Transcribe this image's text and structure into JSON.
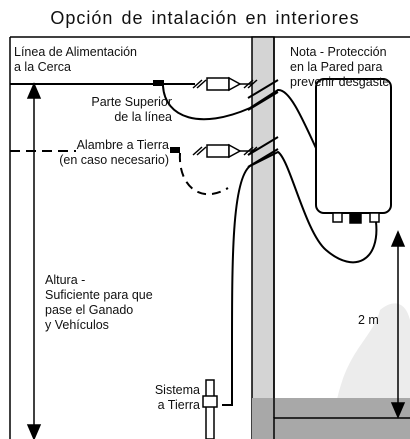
{
  "title": "Opción de intalación en interiores",
  "labels": {
    "fence_line": [
      "Línea de Alimentación",
      "a la Cerca"
    ],
    "top_of_line": [
      "Parte Superior",
      "de la línea"
    ],
    "ground_wire": [
      "Alambre a Tierra",
      "(en caso necesario)"
    ],
    "height": [
      "Altura -",
      "Suficiente para que",
      "pase el Ganado",
      "y Vehículos"
    ],
    "ground_system": [
      "Sistema",
      "a Tierra"
    ],
    "note": [
      "Nota - Protección",
      "en la Pared para",
      "prevenir desgaste"
    ],
    "distance": "2 m"
  },
  "colors": {
    "line": "#000000",
    "wall": "#d4d4d4",
    "floor": "#a8a8a8",
    "shadow": "#ececec"
  }
}
